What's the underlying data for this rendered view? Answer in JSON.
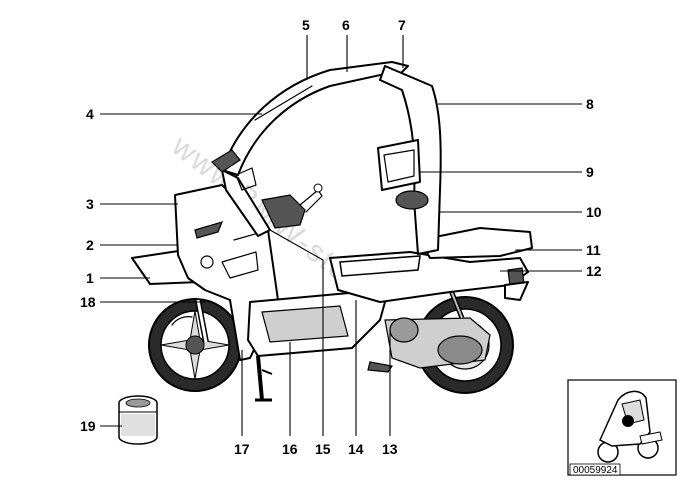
{
  "watermark": "www.BMW-sto...",
  "callouts": [
    "1",
    "2",
    "3",
    "4",
    "5",
    "6",
    "7",
    "8",
    "9",
    "10",
    "11",
    "12",
    "13",
    "14",
    "15",
    "16",
    "17",
    "18",
    "19"
  ],
  "inset": {
    "doc_id": "00059924"
  }
}
